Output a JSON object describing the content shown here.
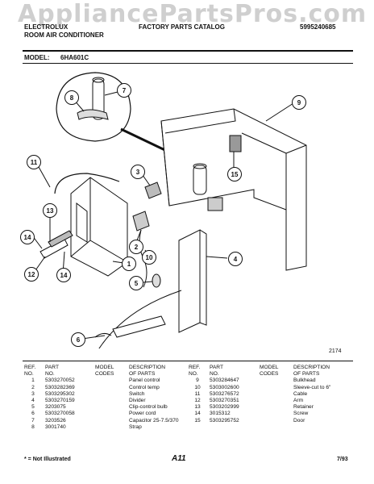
{
  "watermark": "AppliancePartsPros.com",
  "header": {
    "brand_line1": "ELECTROLUX",
    "brand_line2": "ROOM AIR CONDITIONER",
    "catalog_title": "FACTORY PARTS CATALOG",
    "catalog_number": "5995240685"
  },
  "model": {
    "label": "MODEL:",
    "value": "6HA601C"
  },
  "diagram": {
    "drawing_number": "2174",
    "callouts": [
      "1",
      "2",
      "3",
      "4",
      "5",
      "6",
      "7",
      "8",
      "9",
      "10",
      "11",
      "12",
      "13",
      "14",
      "14",
      "15"
    ]
  },
  "parts_table": {
    "headers": {
      "ref": "REF.\nNO.",
      "part": "PART\nNO.",
      "model": "MODEL\nCODES",
      "desc": "DESCRIPTION\nOF PARTS"
    },
    "left": [
      {
        "ref": "1",
        "part": "5303270052",
        "model": "",
        "desc": "Panel control"
      },
      {
        "ref": "2",
        "part": "5303282369",
        "model": "",
        "desc": "Control temp"
      },
      {
        "ref": "3",
        "part": "5303295302",
        "model": "",
        "desc": "Switch"
      },
      {
        "ref": "4",
        "part": "5303270159",
        "model": "",
        "desc": "Divider"
      },
      {
        "ref": "5",
        "part": "3203075",
        "model": "",
        "desc": "Clip-control bulb"
      },
      {
        "ref": "6",
        "part": "5303270058",
        "model": "",
        "desc": "Power cord"
      },
      {
        "ref": "7",
        "part": "3203526",
        "model": "",
        "desc": "Capacitor 25-7.5/370"
      },
      {
        "ref": "8",
        "part": "3001740",
        "model": "",
        "desc": "Strap"
      }
    ],
    "right": [
      {
        "ref": "9",
        "part": "5303284647",
        "model": "",
        "desc": "Bulkhead"
      },
      {
        "ref": "10",
        "part": "5303002600",
        "model": "",
        "desc": "Sleeve-cut to 6\""
      },
      {
        "ref": "11",
        "part": "5303276572",
        "model": "",
        "desc": "Cable"
      },
      {
        "ref": "12",
        "part": "5303270351",
        "model": "",
        "desc": "Arm"
      },
      {
        "ref": "13",
        "part": "5303202999",
        "model": "",
        "desc": "Retainer"
      },
      {
        "ref": "14",
        "part": "3015312",
        "model": "",
        "desc": "Screw"
      },
      {
        "ref": "15",
        "part": "5303295752",
        "model": "",
        "desc": "Door"
      }
    ]
  },
  "footer": {
    "note": "* = Not Illustrated",
    "page_code": "A11",
    "date": "7/93"
  }
}
